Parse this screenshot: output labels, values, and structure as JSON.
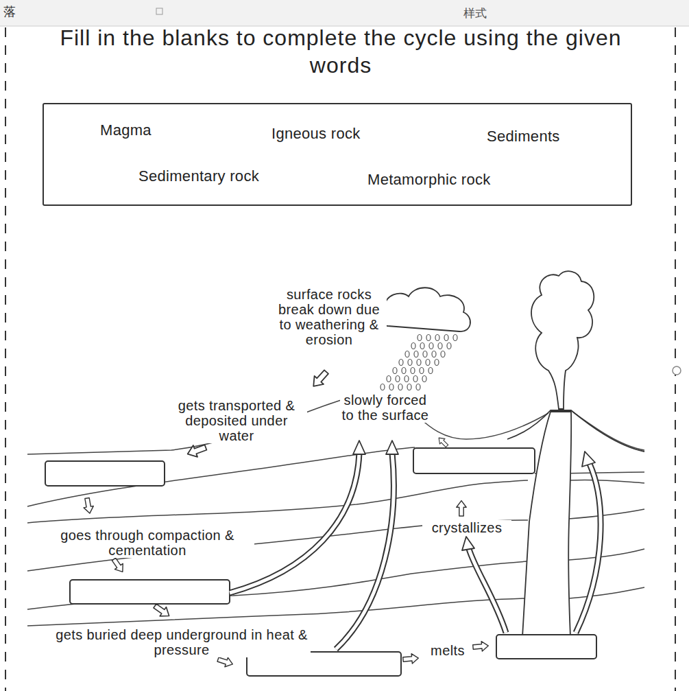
{
  "diagram": {
    "title": "Fill in the blanks to complete the cycle using the given words",
    "nodes": [
      {
        "text": [
          "Magma",
          "Igneous rock",
          "Sediments",
          "Sedimentary rock",
          "Metamorphic rock"
        ]
      }
    ],
    "labels": [
      "surface rocks break down due to weathering & erosion",
      "gets transported & deposited under water",
      "slowly forced to the surface",
      "crystallizes",
      "goes through compaction & cementation",
      "gets buried deep underground in heat & pressure",
      "melts",
      "落",
      "样式"
    ]
  }
}
